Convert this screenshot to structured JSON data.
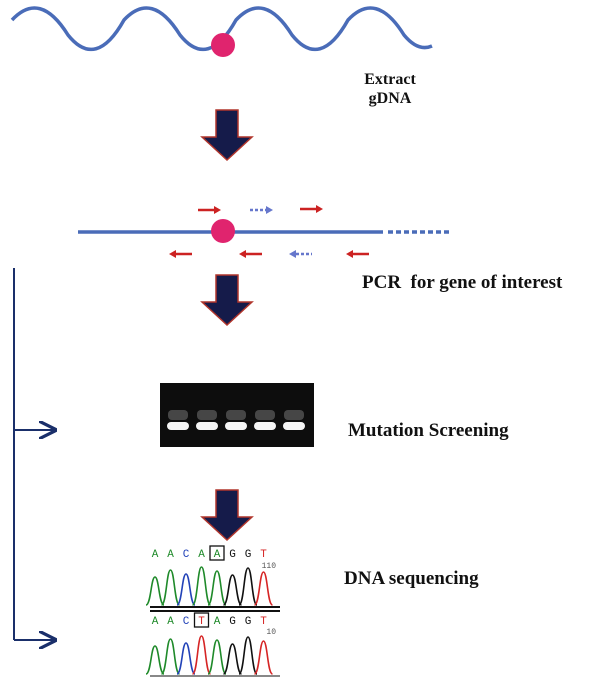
{
  "steps": {
    "extract_line1": "Extract",
    "extract_line2": "gDNA",
    "pcr": "PCR  for gene of interest",
    "mutation": "Mutation Screening",
    "sequencing": "DNA sequencing"
  },
  "sequence_top": {
    "bases": [
      "A",
      "A",
      "C",
      "A",
      "A",
      "G",
      "G",
      "T"
    ],
    "highlight_index": 4,
    "position": "110"
  },
  "sequence_bottom": {
    "bases": [
      "A",
      "A",
      "C",
      "T",
      "A",
      "G",
      "G",
      "T"
    ],
    "highlight_index": 3,
    "position": "10"
  },
  "gel": {
    "lanes": 5
  },
  "colors": {
    "dna": "#4a6cb8",
    "mutation": "#e0246e",
    "arrow_fill": "#151b4a",
    "arrow_outline": "#b0352c",
    "primer_solid": "#cc2222",
    "primer_dotted": "#6677cc",
    "bracket": "#1a2f6a",
    "base_A": "#1f8a2a",
    "base_C": "#2343b8",
    "base_G": "#111111",
    "base_T": "#d62525"
  }
}
